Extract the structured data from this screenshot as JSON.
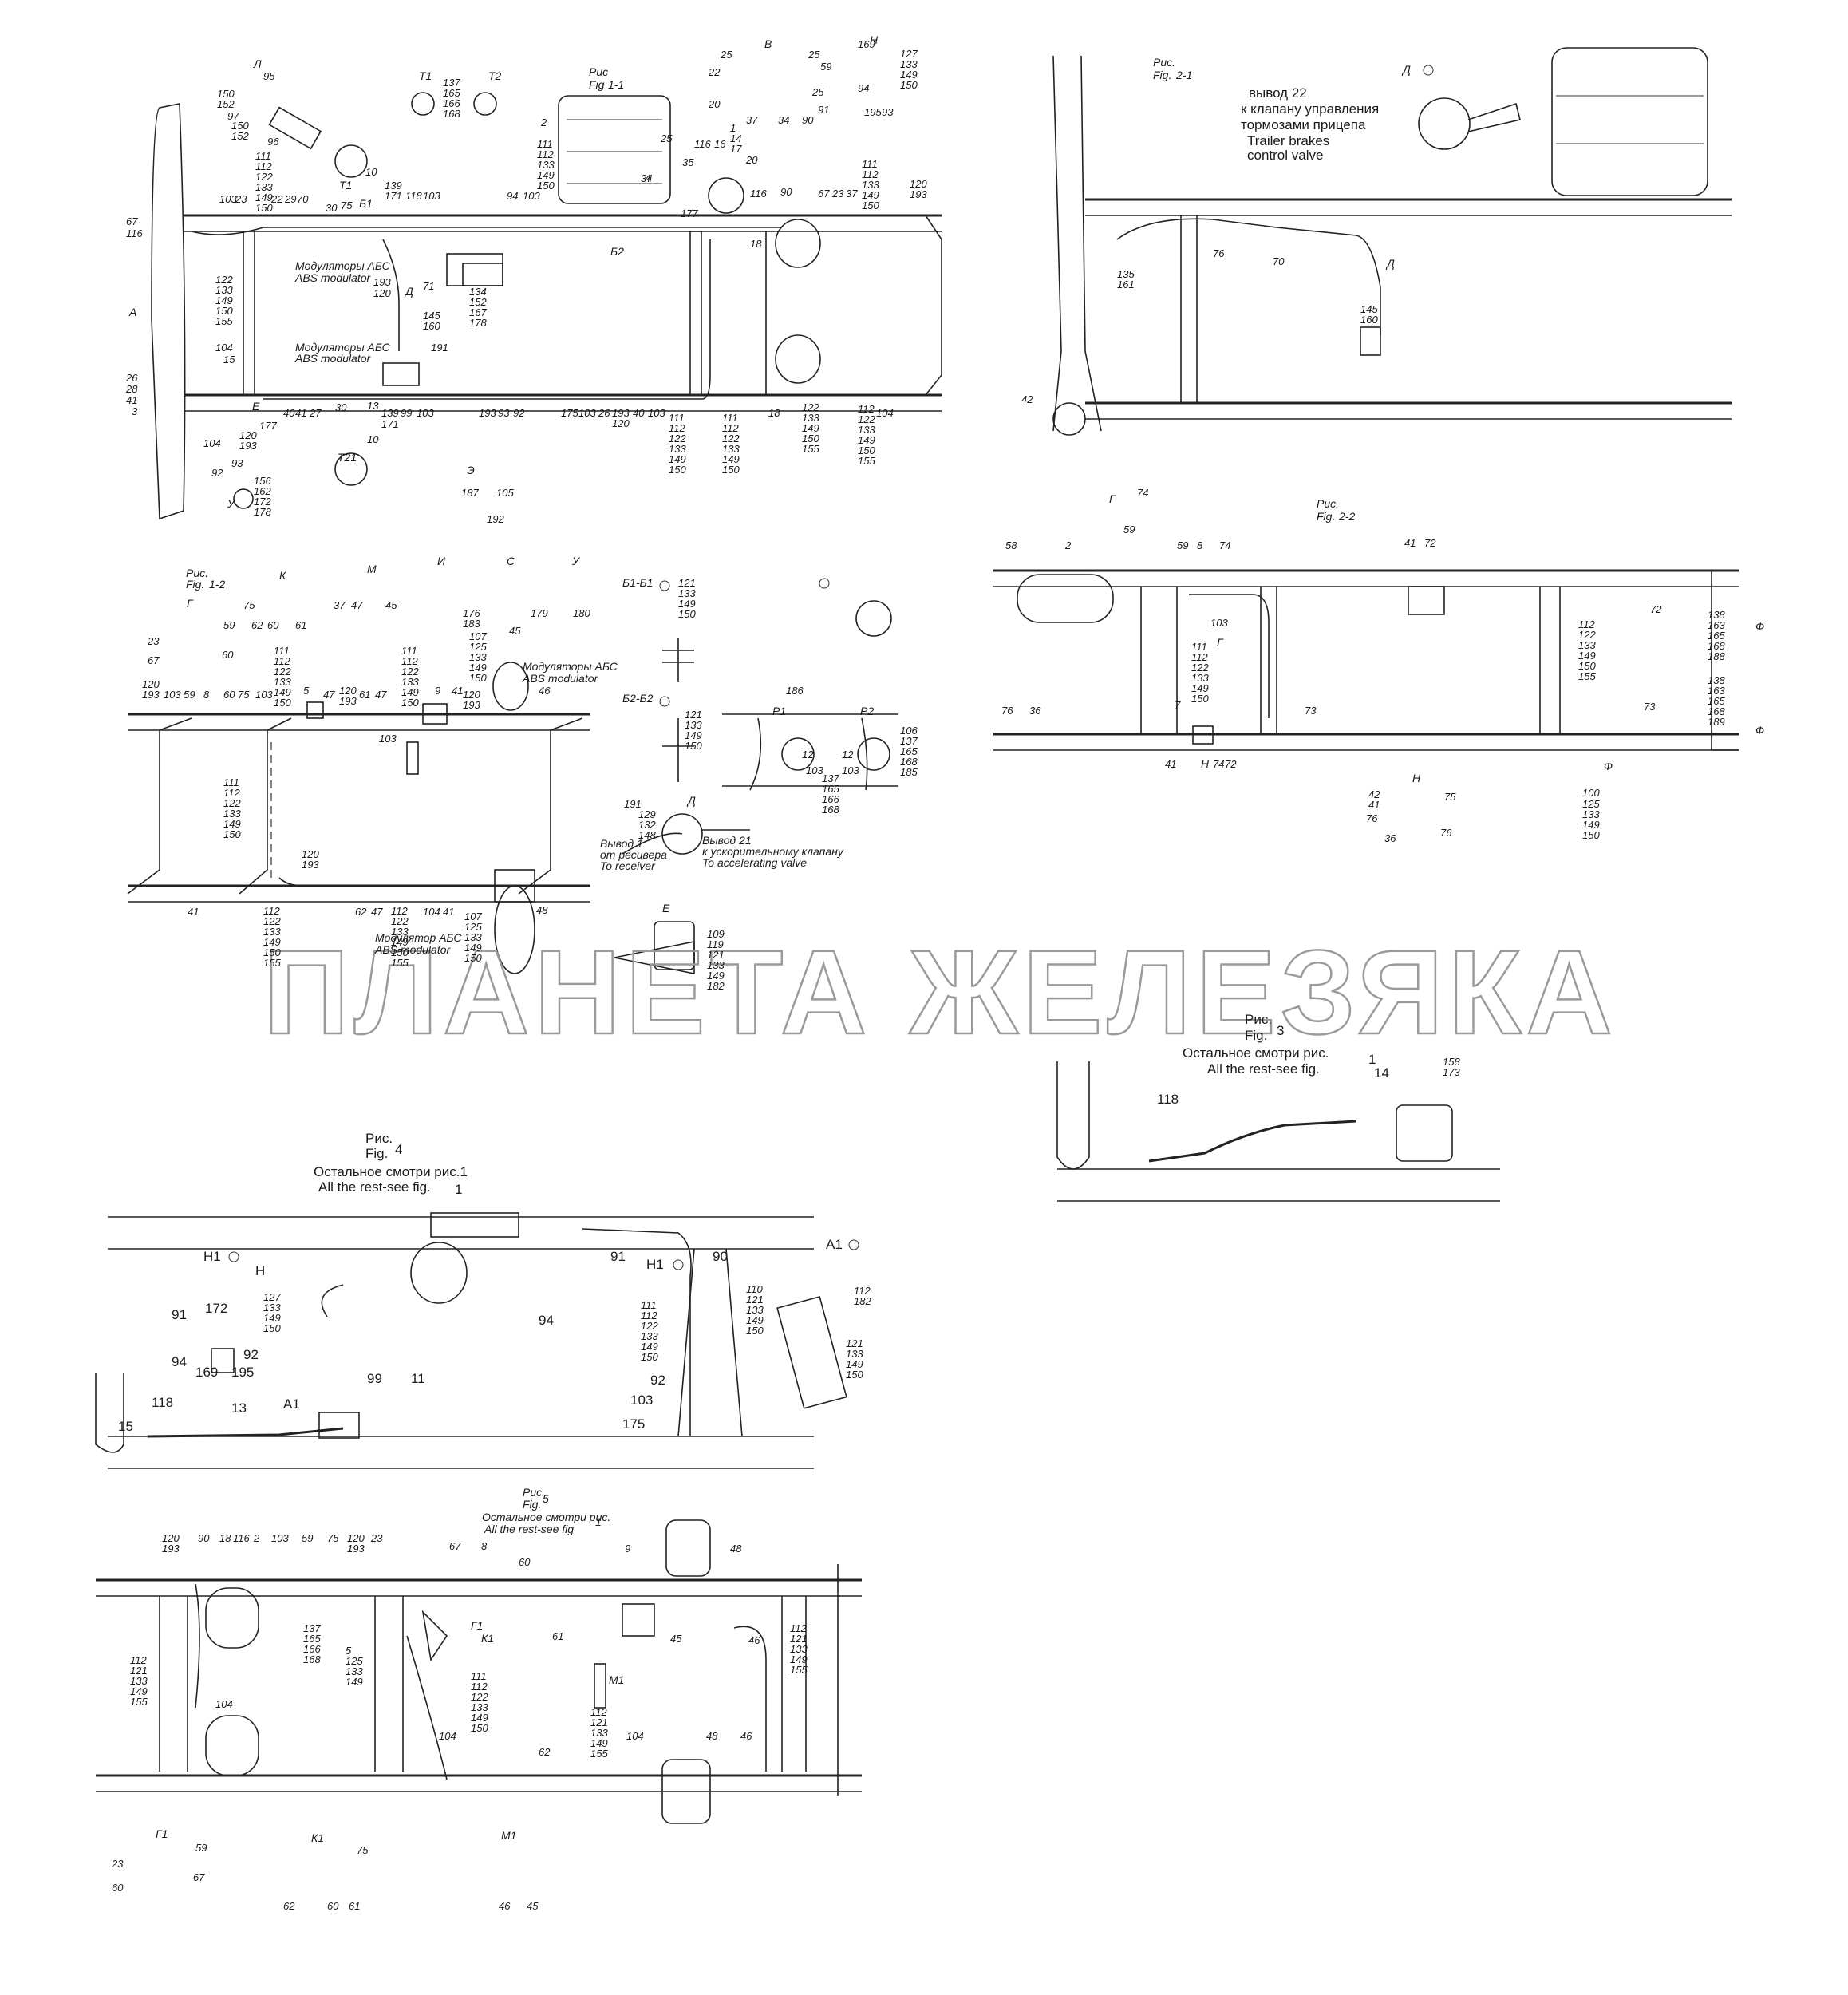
{
  "watermark": "ПЛАНЕТА ЖЕЛЕЗЯКА",
  "figures": {
    "fig1_1": {
      "ru": "Рис",
      "en": "Fig",
      "num": "1-1"
    },
    "fig1_2": {
      "ru": "Рис.",
      "en": "Fig.",
      "num": "1-2"
    },
    "fig2_1": {
      "ru": "Рис.",
      "en": "Fig.",
      "num": "2-1",
      "note_ru_1": "вывод 22",
      "note_ru_2": "к клапану управления",
      "note_ru_3": "тормозами прицепа",
      "note_en_1": "Trailer brakes",
      "note_en_2": "control valve"
    },
    "fig2_2": {
      "ru": "Рис.",
      "en": "Fig.",
      "num": "2-2"
    },
    "fig3": {
      "ru": "Рис.",
      "en": "Fig.",
      "num": "3",
      "rest_ru": "Остальное смотри рис.",
      "rest_en": "All the rest-see fig.",
      "rest_num": "1"
    },
    "fig4": {
      "ru": "Рис.",
      "en": "Fig.",
      "num": "4",
      "rest_ru": "Остальное смотри рис.1",
      "rest_en": "All the rest-see fig.",
      "rest_num": "1"
    },
    "fig5": {
      "ru": "Рис.",
      "en": "Fig.",
      "num": "5",
      "rest_ru": "Остальное смотри рис.",
      "rest_en": "All the rest-see fig",
      "rest_num": "1"
    }
  },
  "notes": {
    "abs_ru": "Модуляторы АБС",
    "abs_en": "ABS modulator",
    "abs1_ru": "Модулятор АБС",
    "out21_ru_1": "Вывод 21",
    "out21_ru_2": "к ускорительному клапану",
    "out21_en": "To accelerating valve",
    "out1_ru_1": "Вывод 1",
    "out1_ru_2": "от ресивера",
    "out1_en": "To receiver"
  },
  "letters": {
    "L": "Л",
    "T1": "Т1",
    "T2": "Т2",
    "T21": "Т21",
    "B": "В",
    "H": "Н",
    "A": "А",
    "E": "Е",
    "D": "Д",
    "U": "У",
    "E2": "Э",
    "G": "Г",
    "K": "К",
    "M": "М",
    "I": "И",
    "S": "С",
    "B1B1": "Б1-Б1",
    "B2B2": "Б2-Б2",
    "P1": "Р1",
    "P2": "Р2",
    "F": "Ф",
    "H1": "Н1",
    "A1": "А1",
    "G1": "Г1",
    "K1": "К1",
    "M1": "М1",
    "B1": "Б1",
    "B2": "Б2"
  },
  "stacks": {
    "s1": [
      "111",
      "112",
      "133",
      "149",
      "150"
    ],
    "s2": [
      "122",
      "133",
      "149",
      "150",
      "155"
    ],
    "s3": [
      "111",
      "112",
      "122",
      "133",
      "149",
      "150"
    ],
    "s4": [
      "112",
      "122",
      "133",
      "149",
      "150",
      "155"
    ],
    "s5": [
      "137",
      "165",
      "166",
      "168"
    ],
    "s6": [
      "127",
      "133",
      "149",
      "150"
    ],
    "s7": [
      "134",
      "152",
      "167",
      "178"
    ],
    "s8": [
      "156",
      "162",
      "172",
      "178"
    ],
    "s9": [
      "107",
      "125",
      "133",
      "149",
      "150"
    ],
    "s10": [
      "138",
      "163",
      "165",
      "168",
      "188"
    ],
    "s11": [
      "138",
      "163",
      "165",
      "168",
      "189"
    ],
    "s12": [
      "125",
      "133",
      "149",
      "150"
    ],
    "s13": [
      "112",
      "121",
      "133",
      "149",
      "155"
    ],
    "s14": [
      "110",
      "121",
      "133",
      "149",
      "150"
    ],
    "s15": [
      "121",
      "133",
      "149",
      "150"
    ],
    "s16": [
      "111",
      "112",
      "122",
      "133",
      "149",
      "150"
    ],
    "s17": [
      "109",
      "119",
      "121",
      "133",
      "149",
      "182"
    ],
    "s18": [
      "112",
      "182"
    ],
    "s19": [
      "129",
      "132",
      "148"
    ],
    "s20": [
      "5",
      "125",
      "133",
      "149"
    ],
    "s21": [
      "158",
      "173"
    ],
    "s22": [
      "135",
      "161"
    ],
    "s23": [
      "145",
      "160"
    ],
    "s24": [
      "106",
      "137",
      "165",
      "168",
      "185"
    ]
  },
  "labels": {
    "n1": "1",
    "n2": "2",
    "n3": "3",
    "n4": "4",
    "n5": "5",
    "n7": "7",
    "n8": "8",
    "n9": "9",
    "n10": "10",
    "n11": "11",
    "n12": "12",
    "n13": "13",
    "n14": "14",
    "n15": "15",
    "n16": "16",
    "n17": "17",
    "n18": "18",
    "n20": "20",
    "n22": "22",
    "n23": "23",
    "n25": "25",
    "n26": "26",
    "n27": "27",
    "n28": "28",
    "n29": "29",
    "n30": "30",
    "n34": "34",
    "n35": "35",
    "n36": "36",
    "n37": "37",
    "n40": "40",
    "n41": "41",
    "n42": "42",
    "n45": "45",
    "n46": "46",
    "n47": "47",
    "n48": "48",
    "n58": "58",
    "n59": "59",
    "n60": "60",
    "n61": "61",
    "n62": "62",
    "n67": "67",
    "n70": "70",
    "n71": "71",
    "n72": "72",
    "n73": "73",
    "n74": "74",
    "n75": "75",
    "n76": "76",
    "n90": "90",
    "n91": "91",
    "n92": "92",
    "n93": "93",
    "n94": "94",
    "n95": "95",
    "n96": "96",
    "n97": "97",
    "n99": "99",
    "n100": "100",
    "n103": "103",
    "n104": "104",
    "n105": "105",
    "n116": "116",
    "n118": "118",
    "n120": "120",
    "n139": "139",
    "n145": "145",
    "n160": "160",
    "n169": "169",
    "n171": "171",
    "n172": "172",
    "n175": "175",
    "n177": "177",
    "n179": "179",
    "n180": "180",
    "n187": "187",
    "n191": "191",
    "n192": "192",
    "n193": "193",
    "n195": "195",
    "n150": "150",
    "n152": "152",
    "n176": "176",
    "n183": "183",
    "n186": "186"
  }
}
